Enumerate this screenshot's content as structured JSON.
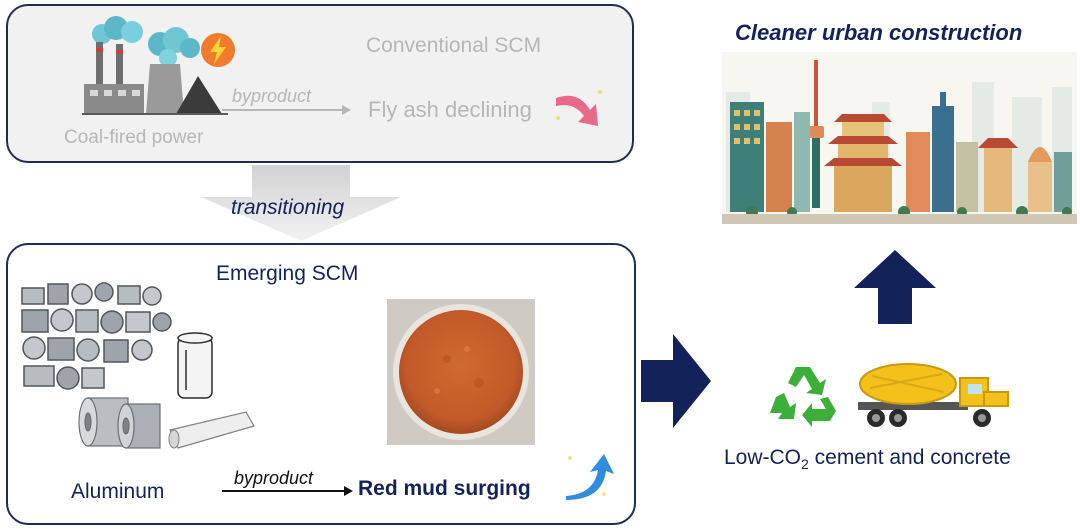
{
  "top_panel": {
    "title": "Conventional SCM",
    "source_label": "Coal-fired power",
    "arrow_label": "byproduct",
    "outcome": "Fly ash declining"
  },
  "transition": {
    "label": "transitioning"
  },
  "bottom_panel": {
    "title": "Emerging SCM",
    "source_label": "Aluminum",
    "arrow_label": "byproduct",
    "outcome": "Red mud surging"
  },
  "right": {
    "title": "Cleaner urban construction",
    "result_prefix": "Low-CO",
    "result_sub": "2",
    "result_suffix": " cement and concrete"
  },
  "colors": {
    "navy": "#13235a",
    "gray_text": "#b6b6b6",
    "red_mud": "#c7622a",
    "recycle_green": "#3cae3a",
    "truck_yellow": "#f2c21a"
  },
  "icons": [
    "factory-icon",
    "lightning-icon",
    "down-trend-icon",
    "aluminum-products-icon",
    "red-mud-photo",
    "up-trend-icon",
    "recycle-icon",
    "mixer-truck-icon",
    "city-skyline-icon"
  ]
}
